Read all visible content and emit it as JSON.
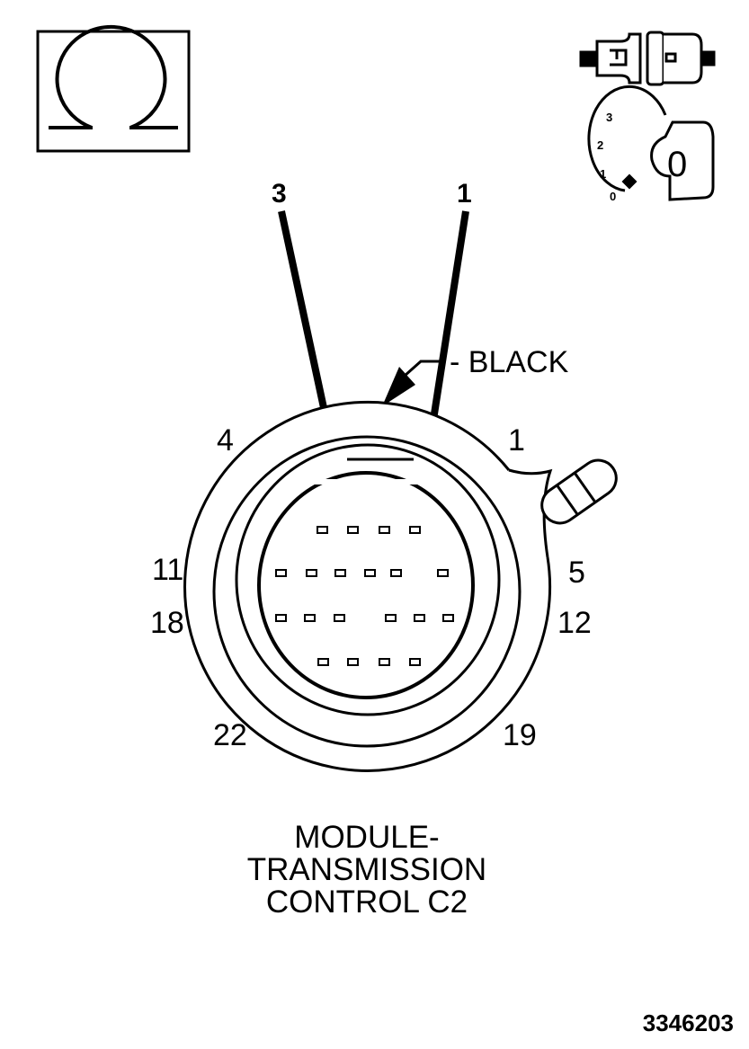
{
  "meter_icon": {
    "symbol": "Ω"
  },
  "key_icon": {
    "positions": [
      "3",
      "2",
      "1",
      "0"
    ],
    "key_label": "0"
  },
  "probe_labels": {
    "left": "3",
    "right": "1"
  },
  "wire_color": "- BLACK",
  "cavity_numbers": {
    "c4": "4",
    "c1": "1",
    "c11": "11",
    "c5": "5",
    "c18": "18",
    "c12": "12",
    "c22": "22",
    "c19": "19"
  },
  "connector_title": {
    "line1": "MODULE-",
    "line2": "TRANSMISSION",
    "line3": "CONTROL C2"
  },
  "figure_code": "3346203"
}
